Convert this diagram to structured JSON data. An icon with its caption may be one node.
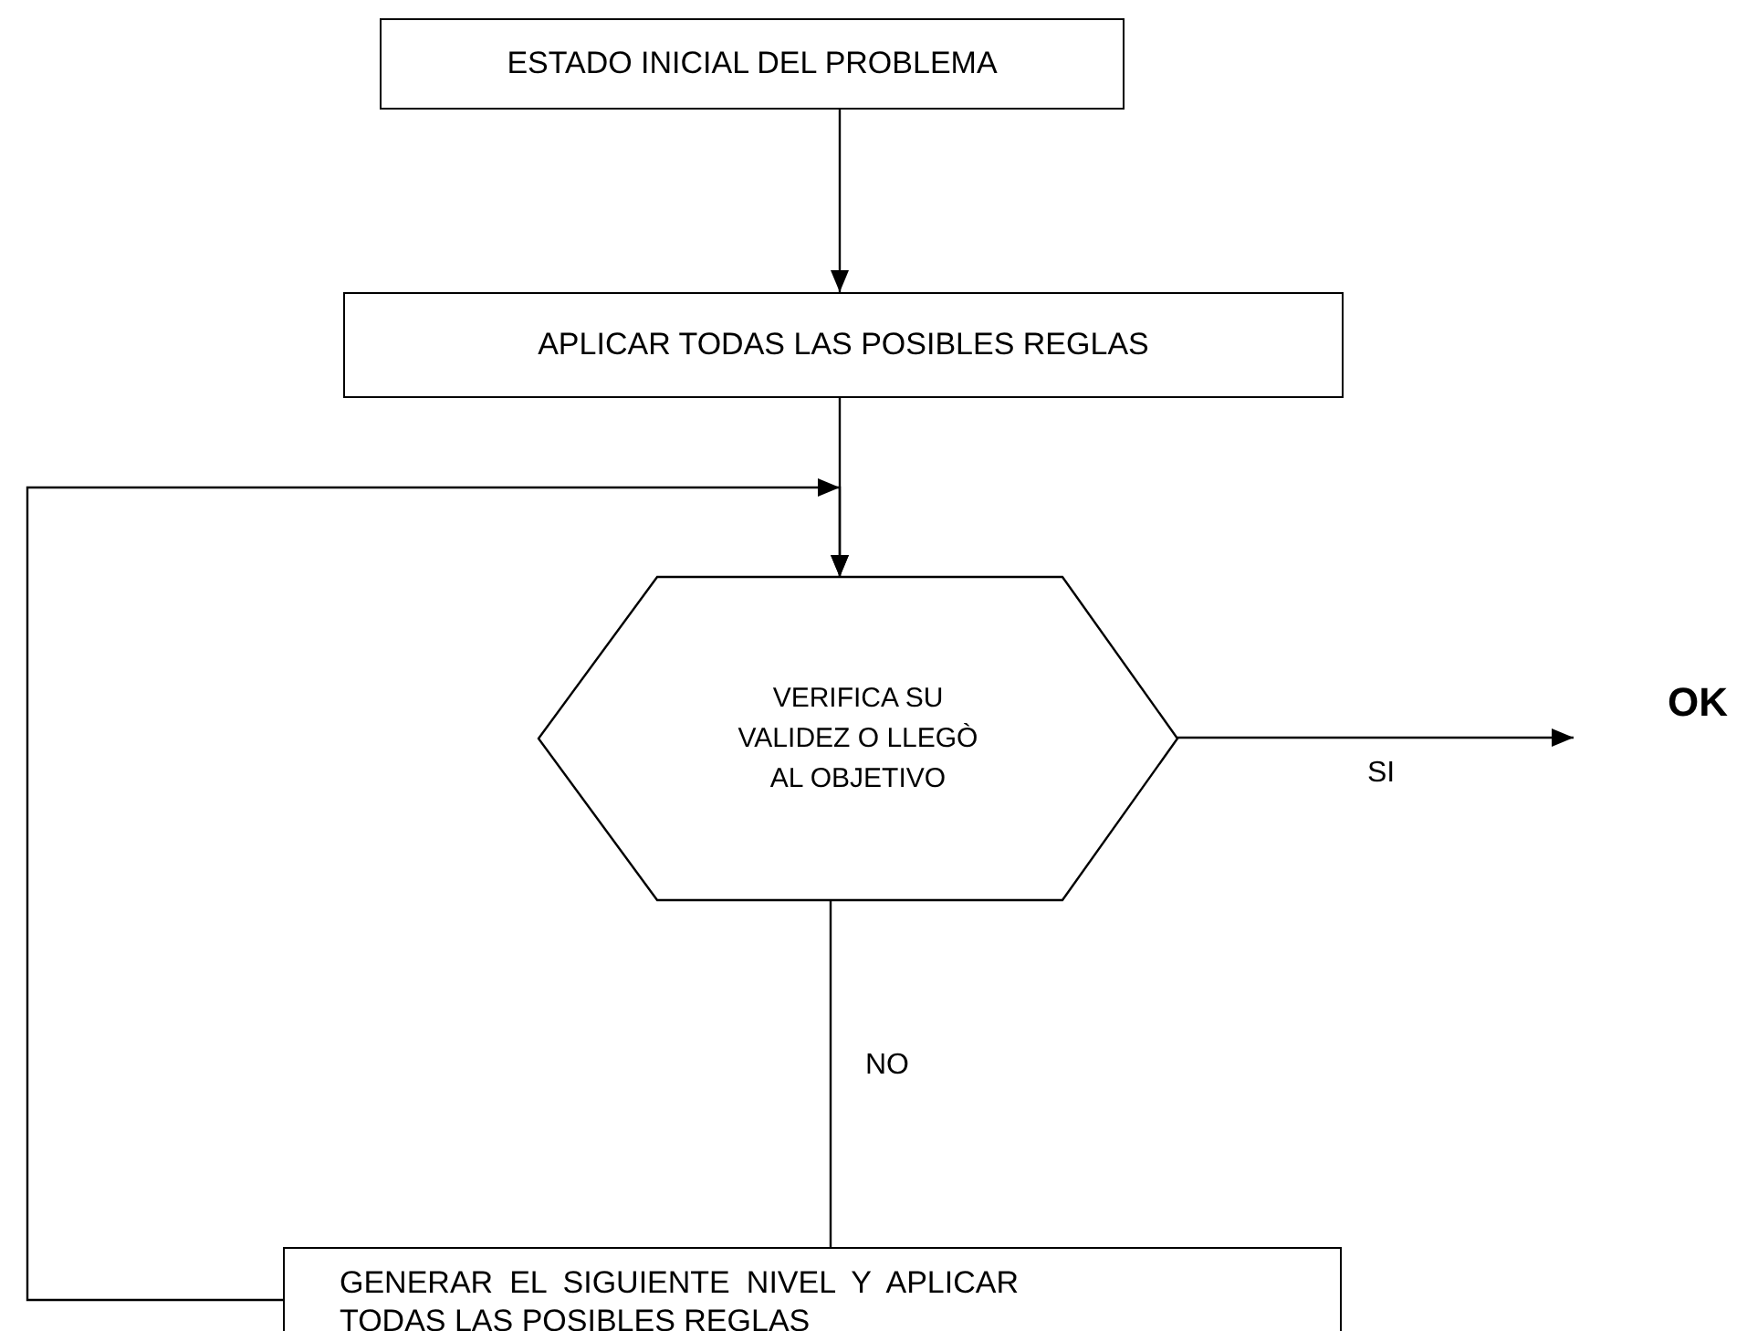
{
  "diagram": {
    "nodes": [
      {
        "text": [
          "ESTADO INICIAL DEL PROBLEMA"
        ]
      },
      {
        "text": [
          "APLICAR TODAS LAS POSIBLES REGLAS"
        ]
      },
      {
        "text": [
          "VERIFICA SU VALIDEZ O LLEGÒ AL OBJETIVO"
        ]
      },
      {
        "text": [
          "OK"
        ]
      },
      {
        "text": [
          "GENERAR EL SIGUIENTE NIVEL Y APLICAR TODAS LAS POSIBLES REGLAS"
        ]
      }
    ],
    "edges": [
      {
        "from": 0,
        "to": 1,
        "arrow": "to"
      },
      {
        "from": 1,
        "to": 2,
        "arrow": "to"
      },
      {
        "from": 2,
        "to": 3,
        "arrow": "to",
        "label": "SI"
      },
      {
        "from": 2,
        "to": 4,
        "arrow": "none",
        "label": "NO"
      },
      {
        "from": 4,
        "to": 2,
        "arrow": "to"
      }
    ]
  }
}
